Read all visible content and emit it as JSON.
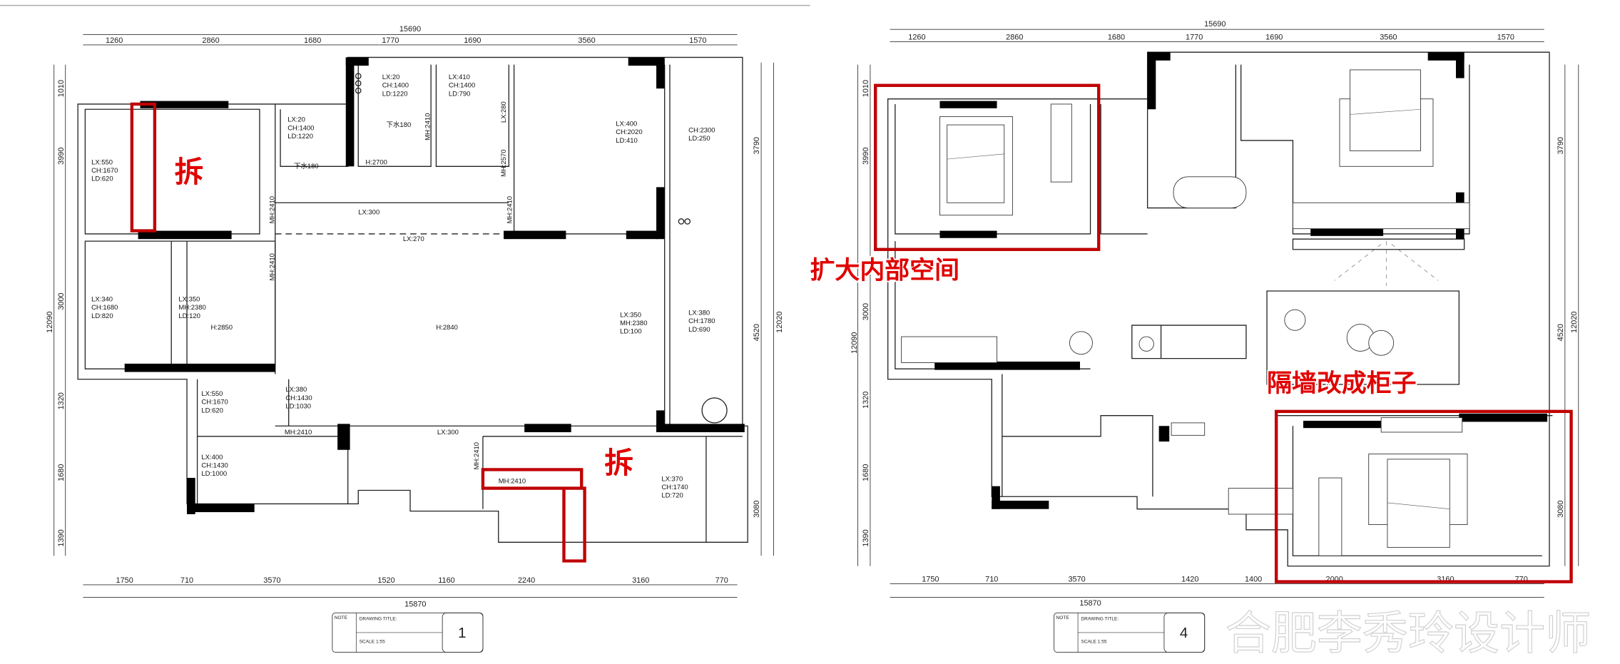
{
  "left_plan": {
    "dims_top_total": "15690",
    "dims_top": [
      "1260",
      "2860",
      "1680",
      "1770",
      "1690",
      "3560",
      "1570"
    ],
    "dims_left_total": "12090",
    "dims_left": [
      "1010",
      "3990",
      "3000",
      "1320",
      "1680",
      "1390"
    ],
    "dims_right_total": "12020",
    "dims_right": [
      "3790",
      "4520",
      "3080"
    ],
    "dims_bottom": [
      "1750",
      "710",
      "3570",
      "1520",
      "1160",
      "2240",
      "3160",
      "770"
    ],
    "dims_bottom_total": "15870",
    "notes": [
      [
        "LX:550",
        "CH:1670",
        "LD:620"
      ],
      [
        "LX:20",
        "CH:1400",
        "LD:1220"
      ],
      [
        "LX:20",
        "CH:1400",
        "LD:1220"
      ],
      [
        "LX:410",
        "CH:1400",
        "LD:790"
      ],
      [
        "LX:400",
        "CH:2020",
        "LD:410"
      ],
      [
        "CH:2300",
        "LD:250"
      ],
      [
        "LX:340",
        "CH:1680",
        "LD:820"
      ],
      [
        "LX:350",
        "MH:2380",
        "LD:120"
      ],
      [
        "LX:350",
        "MH:2380",
        "LD:100"
      ],
      [
        "LX:380",
        "CH:1780",
        "LD:690"
      ],
      [
        "LX:550",
        "CH:1670",
        "LD:620"
      ],
      [
        "LX:380",
        "CH:1430",
        "LD:1030"
      ],
      [
        "LX:400",
        "CH:1430",
        "LD:1000"
      ],
      [
        "LX:370",
        "CH:1740",
        "LD:720"
      ]
    ],
    "misc": {
      "drain1": "下水180",
      "drain2": "下水180",
      "h2700": "H:2700",
      "h2850": "H:2850",
      "h2840": "H:2840",
      "lx300a": "LX:300",
      "lx270": "LX:270",
      "lx300b": "LX:300",
      "lx280": "LX:280",
      "mh2570": "MH:2570",
      "mh2410": "MH:2410"
    },
    "demolish_label": "拆",
    "title_block": {
      "note": "NOTE",
      "drawing_title": "DRAWING TITLE:",
      "scale": "SCALE 1:55",
      "number": "1"
    }
  },
  "right_plan": {
    "dims_top_total": "15690",
    "dims_top": [
      "1260",
      "2860",
      "1680",
      "1770",
      "1690",
      "3560",
      "1570"
    ],
    "dims_left_total": "12090",
    "dims_left": [
      "1010",
      "3990",
      "3000",
      "1320",
      "1680",
      "1390"
    ],
    "dims_right_total": "12020",
    "dims_right": [
      "3790",
      "4520",
      "3080"
    ],
    "dims_bottom": [
      "1750",
      "710",
      "3570",
      "1420",
      "1400",
      "2000",
      "3160",
      "770"
    ],
    "dims_bottom_total": "15870",
    "annotation_expand": "扩大内部空间",
    "annotation_cabinet": "隔墙改成柜子",
    "title_block": {
      "note": "NOTE",
      "drawing_title": "DRAWING TITLE:",
      "scale": "SCALE 1:55",
      "number": "4"
    }
  },
  "watermark": "合肥李秀玲设计师",
  "colors": {
    "annotation_red": "#c00000",
    "wall": "#000000"
  }
}
